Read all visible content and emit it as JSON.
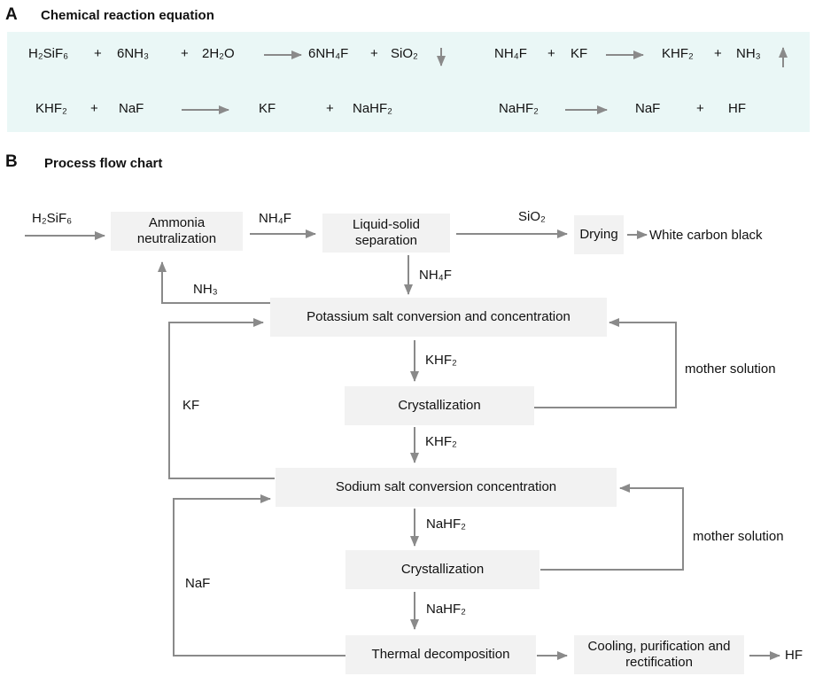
{
  "panel_a": {
    "letter": "A",
    "title": "Chemical reaction equation",
    "eq1": {
      "r1": "H₂SiF₆",
      "r2": "6NH₃",
      "r3": "2H₂O",
      "p1": "6NH₄F",
      "p2": "SiO₂"
    },
    "eq2": {
      "r1": "NH₄F",
      "r2": "KF",
      "p1": "KHF₂",
      "p2": "NH₃"
    },
    "eq3": {
      "r1": "KHF₂",
      "r2": "NaF",
      "p1": "KF",
      "p2": "NaHF₂"
    },
    "eq4": {
      "r1": "NaHF₂",
      "p1": "NaF",
      "p2": "HF"
    },
    "plus": "+"
  },
  "panel_b": {
    "letter": "B",
    "title": "Process flow chart",
    "nodes": {
      "ammonia": "Ammonia neutralization",
      "separation": "Liquid-solid separation",
      "drying": "Drying",
      "potassium": "Potassium salt conversion and concentration",
      "cryst1": "Crystallization",
      "sodium": "Sodium salt conversion concentration",
      "cryst2": "Crystallization",
      "thermal": "Thermal decomposition",
      "cooling": "Cooling, purification and rectification"
    },
    "labels": {
      "input": "H₂SiF₆",
      "nh4f_right": "NH₄F",
      "sio2": "SiO₂",
      "white_carbon": "White carbon black",
      "nh4f_down": "NH₄F",
      "nh3_return": "NH₃",
      "khf2_1": "KHF₂",
      "khf2_2": "KHF₂",
      "mother1": "mother solution",
      "kf_return": "KF",
      "nahf2_1": "NaHF₂",
      "nahf2_2": "NaHF₂",
      "mother2": "mother solution",
      "naf_return": "NaF",
      "hf_out": "HF"
    }
  },
  "colors": {
    "arrow": "#8a8a8a",
    "box": "#f2f2f2",
    "equation_bg": "#eaf7f6"
  }
}
